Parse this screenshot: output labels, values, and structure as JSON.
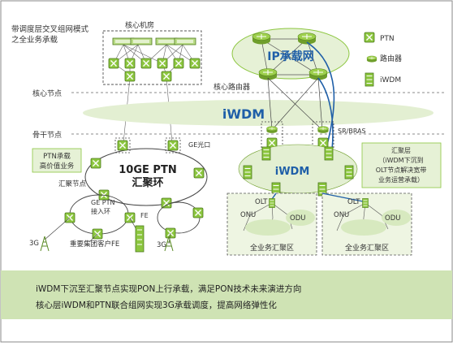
{
  "title_lines": [
    "带调度层交叉组网模式",
    "之全业务承载"
  ],
  "legend": {
    "ptn": "PTN",
    "router": "路由器",
    "iwdm": "iWDM"
  },
  "core_room": "核心机房",
  "ip_network": "IP承载网",
  "core_node": "核心节点",
  "core_router": "核心路由器",
  "iwdm_band": "iWDM",
  "backbone_node": "骨干节点",
  "sr_bras": "SR/BRAS",
  "ptn_service_lines": [
    "PTN承载",
    "高价值业务"
  ],
  "ge_optical": "GE光口",
  "ptn_ring_lines": [
    "10GE PTN",
    "汇聚环"
  ],
  "aggregation_node": "汇聚节点",
  "ge_ptn_access_lines": [
    "GE PTN",
    "接入环"
  ],
  "fe": "FE",
  "label_3g": "3G",
  "key_customer": "重要集团客户FE",
  "iwdm_ring": "iWDM",
  "agg_layer_lines": [
    "汇聚层",
    "（iWDM下沉到",
    "OLT节点解决宽带",
    "业务运营承载）"
  ],
  "olt": "OLT",
  "onu": "ONU",
  "odu": "ODU",
  "service_area": "全业务汇聚区",
  "footer_lines": [
    "iWDM下沉至汇聚节点实现PON上行承载，满足PON技术未来演进方向",
    "核心层iWDM和PTN联合组网实现3G承载调度，提高网络弹性化"
  ],
  "colors": {
    "accent": "#8cc63f",
    "band": "#e3efd2",
    "footer_bg": "#cfe3b4",
    "link_blue": "#1f5fa8",
    "zone": "#eef5e2"
  }
}
